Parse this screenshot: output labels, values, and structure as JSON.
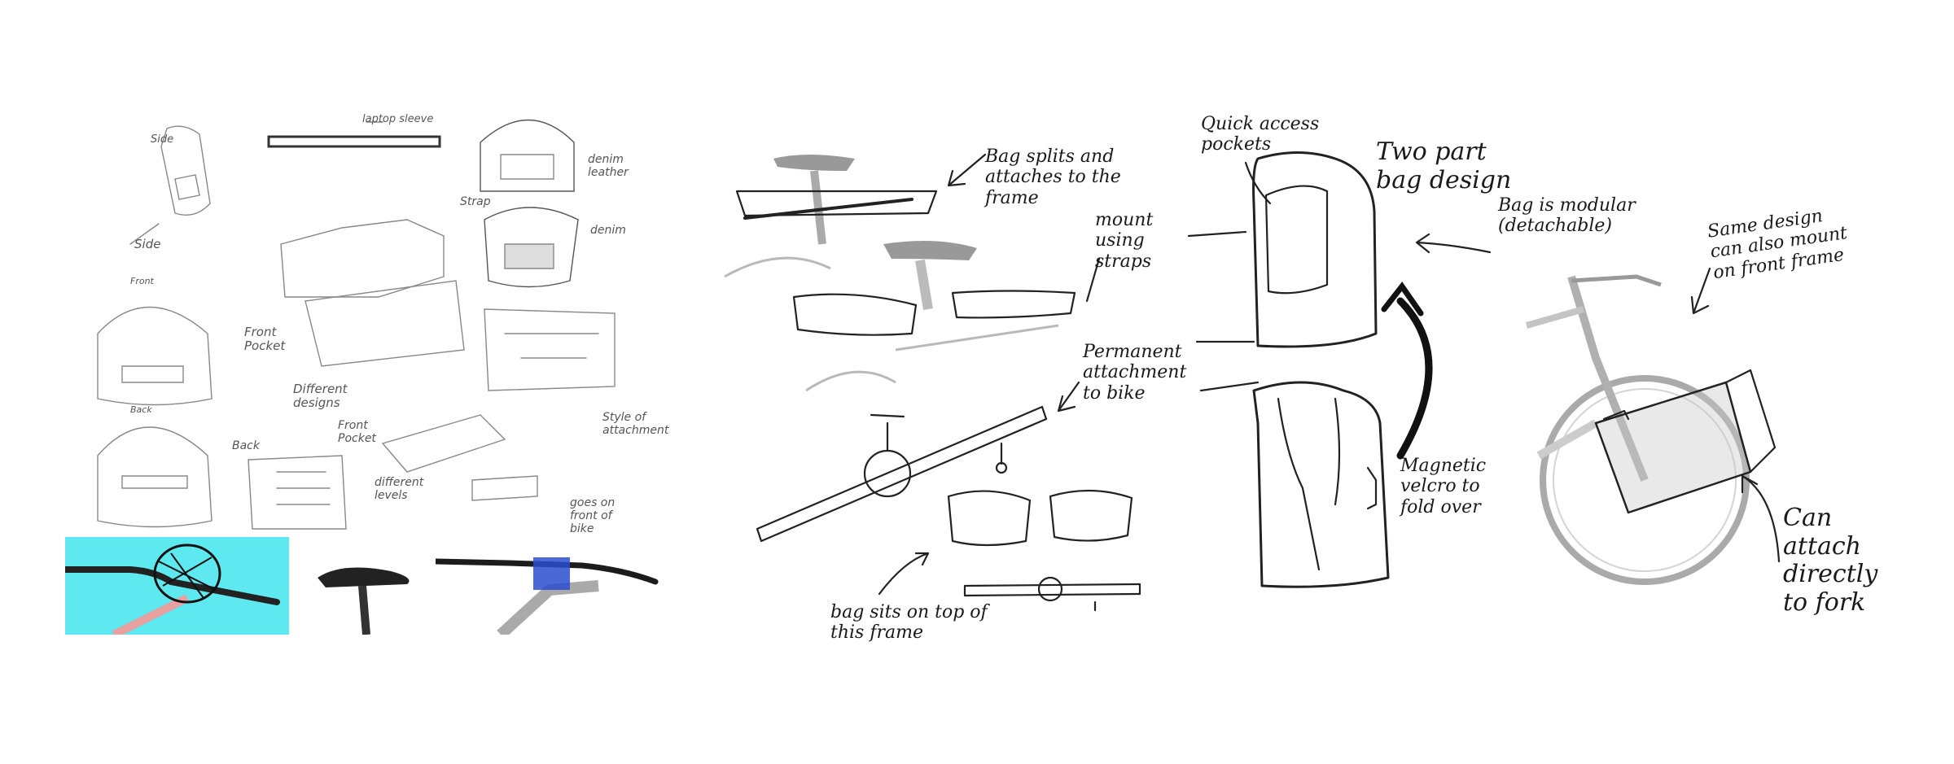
{
  "panel1": {
    "laptop_sleeve": "laptop sleeve",
    "side": "Side",
    "front_pocket": "Front Pocket",
    "different_designs": "Different designs",
    "back": "Back",
    "front_pocket2": "Front Pocket",
    "different_levels": "different levels",
    "goes_on_front": "goes on front of bike",
    "denim": "denim",
    "denim_leather": "denim leather",
    "strap": "Strap",
    "style_attachment": "Style of attachment",
    "front_label": "Front"
  },
  "panel2": {
    "bag_splits": "Bag splits and attaches to the frame",
    "mount_straps": "mount using straps",
    "permanent": "Permanent attachment to bike",
    "bag_sits": "bag sits on top of this frame"
  },
  "panel3": {
    "quick_access": "Quick access pockets",
    "two_part": "Two part bag design",
    "modular": "Bag is modular (detachable)",
    "magnetic": "Magnetic velcro to fold over"
  },
  "panel4": {
    "same_design": "Same design can also mount on front frame",
    "can_attach": "Can attach directly to fork"
  },
  "colors": {
    "cyan_photo": "#5ee8f0",
    "bike_blue": "#2a4fd0",
    "ink": "#1a1a1a",
    "pencil": "#888888"
  }
}
